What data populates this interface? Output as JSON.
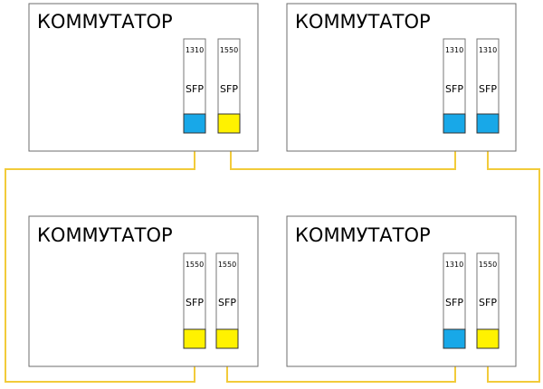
{
  "colors": {
    "fiber": "#F2CB3A",
    "port_1310": "#18A8E8",
    "port_1550": "#FFF200",
    "box_fill": "#FFFFFF",
    "box_stroke": "#6E6E6E",
    "module_stroke": "#777777"
  },
  "switches": [
    {
      "label": "КОММУТАТОР",
      "modules": [
        {
          "wavelength": "1310",
          "type": "SFP",
          "port": "blue"
        },
        {
          "wavelength": "1550",
          "type": "SFP",
          "port": "yellow"
        }
      ]
    },
    {
      "label": "КОММУТАТОР",
      "modules": [
        {
          "wavelength": "1310",
          "type": "SFP",
          "port": "blue"
        },
        {
          "wavelength": "1310",
          "type": "SFP",
          "port": "blue"
        }
      ]
    },
    {
      "label": "КОММУТАТОР",
      "modules": [
        {
          "wavelength": "1550",
          "type": "SFP",
          "port": "yellow"
        },
        {
          "wavelength": "1550",
          "type": "SFP",
          "port": "yellow"
        }
      ]
    },
    {
      "label": "КОММУТАТОР",
      "modules": [
        {
          "wavelength": "1310",
          "type": "SFP",
          "port": "blue"
        },
        {
          "wavelength": "1550",
          "type": "SFP",
          "port": "yellow"
        }
      ]
    }
  ]
}
